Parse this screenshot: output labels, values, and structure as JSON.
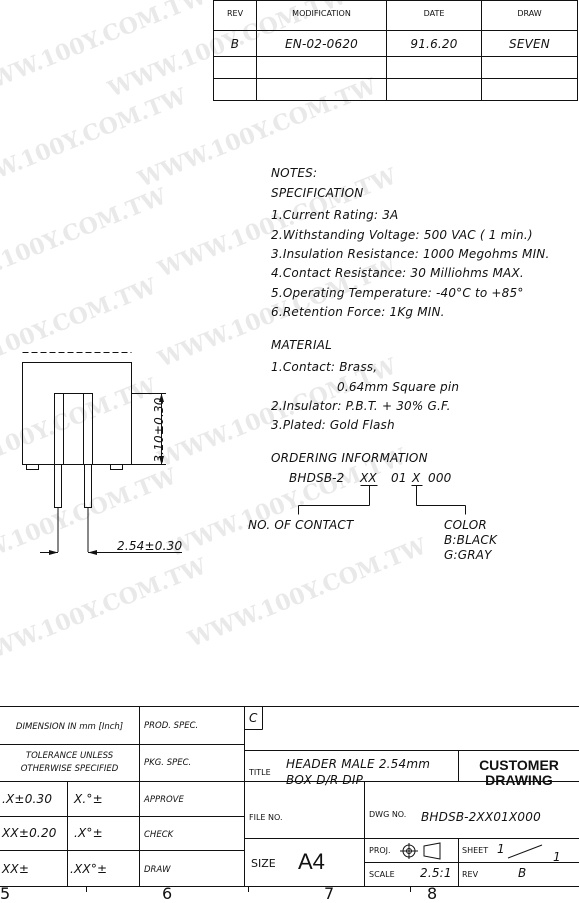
{
  "watermark": "WWW.100Y.COM.TW",
  "revision_table": {
    "headers": [
      "REV",
      "MODIFICATION",
      "DATE",
      "DRAW"
    ],
    "rows": [
      {
        "rev": "B",
        "modification": "EN-02-0620",
        "date": "91.6.20",
        "draw": "SEVEN"
      }
    ]
  },
  "notes": {
    "title": "NOTES:",
    "spec_title": "SPECIFICATION",
    "spec_items": [
      "1.Current Rating: 3A",
      "2.Withstanding Voltage: 500 VAC ( 1 min.)",
      "3.Insulation Resistance: 1000 Megohms MIN.",
      "4.Contact Resistance: 30 Milliohms MAX.",
      "5.Operating Temperature: -40°C to +85°",
      "6.Retention Force: 1Kg MIN."
    ],
    "material_title": "MATERIAL",
    "material_items": [
      "1.Contact: Brass,",
      "0.64mm Square pin",
      "2.Insulator: P.B.T. + 30% G.F.",
      "3.Plated: Gold Flash"
    ],
    "ordering_title": "ORDERING INFORMATION",
    "ordering_code": {
      "prefix": "BHDSB-2",
      "contacts": "XX",
      "mid": "01",
      "color": "X",
      "suffix": "000"
    },
    "label_contacts": "NO. OF CONTACT",
    "label_color": "COLOR",
    "color_options": [
      "B:BLACK",
      "G:GRAY"
    ]
  },
  "drawing": {
    "dim_height": "3.10±0.30",
    "dim_pitch": "2.54±0.30"
  },
  "title_block": {
    "dimension_unit": "DIMENSION IN mm [Inch]",
    "tolerance_l1": "TOLERANCE UNLESS",
    "tolerance_l2": "OTHERWISE SPECIFIED",
    "tolerances": [
      [
        ".X±0.30",
        "X.°±"
      ],
      [
        "XX±0.20",
        ".X°±"
      ],
      [
        "XX±",
        ".XX°±"
      ]
    ],
    "prod_spec": "PROD. SPEC.",
    "pkg_spec": "PKG. SPEC.",
    "approve": "APPROVE",
    "check": "CHECK",
    "draw": "DRAW",
    "rev_letter": "C",
    "title_label": "TITLE",
    "title_l1": "HEADER MALE 2.54mm",
    "title_l2": "BOX D/R DIP",
    "customer_l1": "CUSTOMER",
    "customer_l2": "DRAWING",
    "file_no_label": "FILE NO.",
    "dwg_no_label": "DWG NO.",
    "dwg_no": "BHDSB-2XX01X000",
    "size_label": "SIZE",
    "size_value": "A4",
    "proj_label": "PROJ.",
    "scale_label": "SCALE",
    "scale_value": "2.5:1",
    "sheet_label": "SHEET",
    "sheet_num": "1",
    "sheet_total": "1",
    "rev_label": "REV",
    "rev_value": "B"
  },
  "bottom_ruler": [
    "5",
    "6",
    "7",
    "8"
  ]
}
